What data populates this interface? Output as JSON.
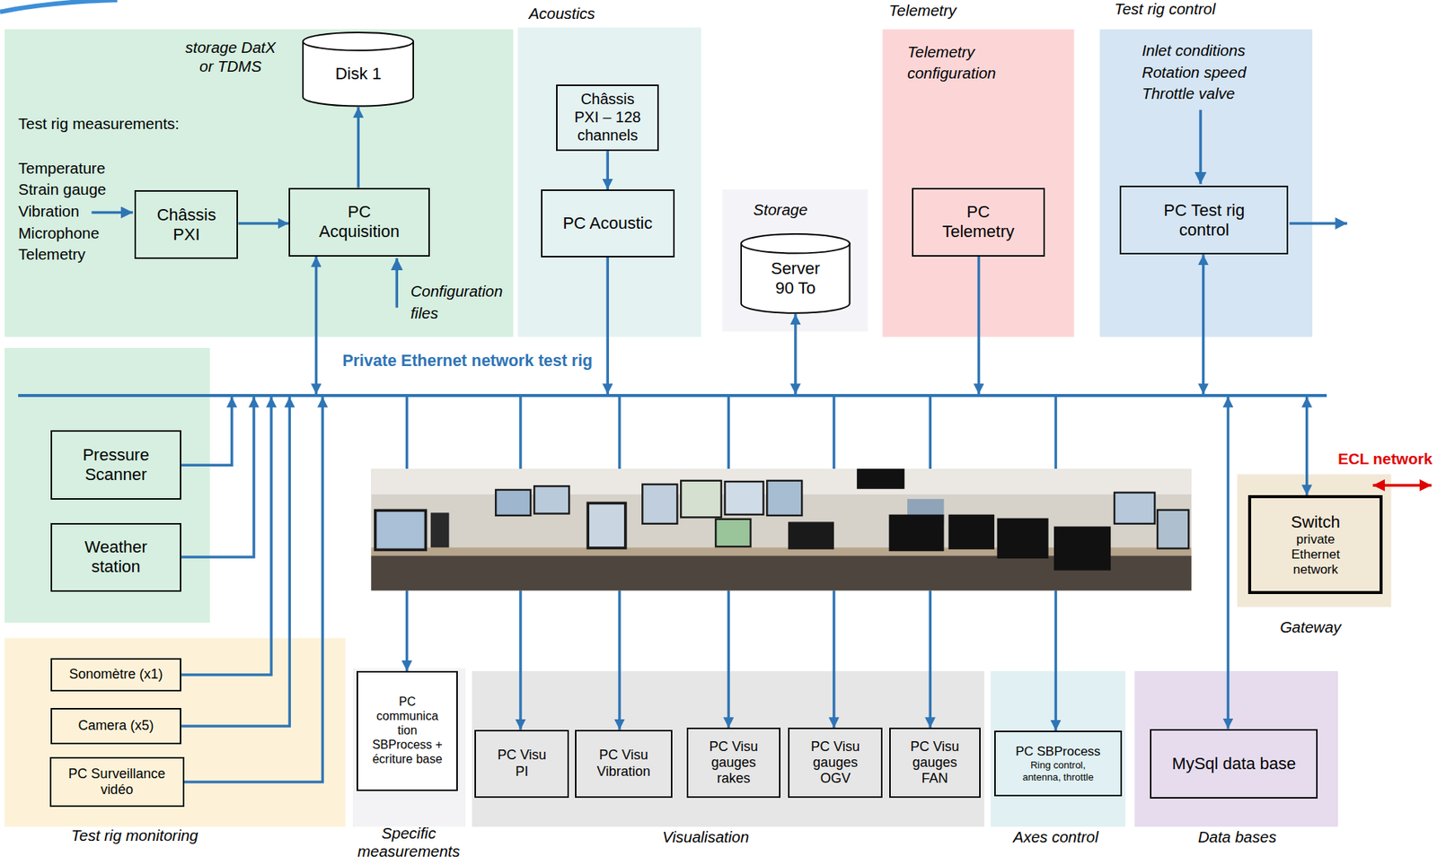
{
  "diagram": {
    "nodes": [
      {
        "text": [
          "Test rig measurements:",
          "Temperature Strain gauge Vibration Microphone Telemetry"
        ]
      },
      {
        "text": [
          "Disk 1"
        ],
        "in": 0
      },
      {
        "text": [
          "Châssis PXI"
        ],
        "in": 0
      },
      {
        "text": [
          "PC Acquisition"
        ],
        "in": 0
      },
      {
        "text": [
          "Acoustics"
        ]
      },
      {
        "text": [
          "Châssis PXI – 128 channels"
        ],
        "in": 4
      },
      {
        "text": [
          "PC Acoustic"
        ],
        "in": 4
      },
      {
        "text": [
          "Storage"
        ]
      },
      {
        "text": [
          "Server 90 To"
        ],
        "in": 7
      },
      {
        "text": [
          "Telemetry",
          "Telemetry configuration"
        ]
      },
      {
        "text": [
          "PC Telemetry"
        ],
        "in": 9
      },
      {
        "text": [
          "Test rig control",
          "Inlet conditions Rotation speed Throttle valve"
        ]
      },
      {
        "text": [
          "PC Test rig control"
        ],
        "in": 11
      },
      {
        "text": [
          "Private Ethernet network test rig"
        ]
      },
      {
        "text": [
          "Pressure Scanner"
        ]
      },
      {
        "text": [
          "Weather station"
        ]
      },
      {
        "text": [
          "Gateway"
        ]
      },
      {
        "text": [
          "Switch",
          "private Ethernet network"
        ],
        "in": 16
      },
      {
        "text": [
          "Test rig monitoring"
        ]
      },
      {
        "text": [
          "Sonomètre (x1)"
        ],
        "in": 18
      },
      {
        "text": [
          "Camera (x5)"
        ],
        "in": 18
      },
      {
        "text": [
          "PC Surveillance vidéo"
        ],
        "in": 18
      },
      {
        "text": [
          "Specific measurements"
        ]
      },
      {
        "text": [
          "PC communica tion SBProcess + écriture base"
        ],
        "in": 22
      },
      {
        "text": [
          "Visualisation"
        ]
      },
      {
        "text": [
          "PC Visu PI"
        ],
        "in": 24
      },
      {
        "text": [
          "PC Visu Vibration"
        ],
        "in": 24
      },
      {
        "text": [
          "PC Visu gauges rakes"
        ],
        "in": 24
      },
      {
        "text": [
          "PC Visu gauges OGV"
        ],
        "in": 24
      },
      {
        "text": [
          "PC Visu gauges FAN"
        ],
        "in": 24
      },
      {
        "text": [
          "Axes control"
        ]
      },
      {
        "text": [
          "PC SBProcess",
          "Ring control, antenna, throttle"
        ],
        "in": 30
      },
      {
        "text": [
          "Data bases"
        ]
      },
      {
        "text": [
          "MySql data base"
        ],
        "in": 32
      }
    ],
    "edges": [
      {
        "from": 2,
        "to": 3,
        "arrow": "to"
      },
      {
        "from": 3,
        "to": 1,
        "arrow": "to"
      },
      {
        "from": 3,
        "to": 13,
        "arrow": "both"
      },
      {
        "from": 5,
        "to": 6,
        "arrow": "to"
      },
      {
        "from": 6,
        "to": 13,
        "arrow": "to"
      },
      {
        "from": 8,
        "to": 13,
        "arrow": "both"
      },
      {
        "from": 10,
        "to": 13,
        "arrow": "to"
      },
      {
        "from": 12,
        "to": 13,
        "arrow": "both"
      },
      {
        "from": 14,
        "to": 13,
        "arrow": "to"
      },
      {
        "from": 15,
        "to": 13,
        "arrow": "to"
      },
      {
        "from": 19,
        "to": 13,
        "arrow": "to"
      },
      {
        "from": 20,
        "to": 13,
        "arrow": "to"
      },
      {
        "from": 21,
        "to": 13,
        "arrow": "to"
      },
      {
        "from": 13,
        "to": 23,
        "arrow": "to"
      },
      {
        "from": 13,
        "to": 25,
        "arrow": "to"
      },
      {
        "from": 13,
        "to": 26,
        "arrow": "to"
      },
      {
        "from": 13,
        "to": 27,
        "arrow": "to"
      },
      {
        "from": 13,
        "to": 28,
        "arrow": "to"
      },
      {
        "from": 13,
        "to": 29,
        "arrow": "to"
      },
      {
        "from": 13,
        "to": 31,
        "arrow": "to"
      },
      {
        "from": 13,
        "to": 33,
        "arrow": "both"
      },
      {
        "from": 13,
        "to": 17,
        "arrow": "both"
      }
    ],
    "labels": [
      "storage DatX or TDMS",
      "Configuration files",
      "ECL network"
    ]
  }
}
